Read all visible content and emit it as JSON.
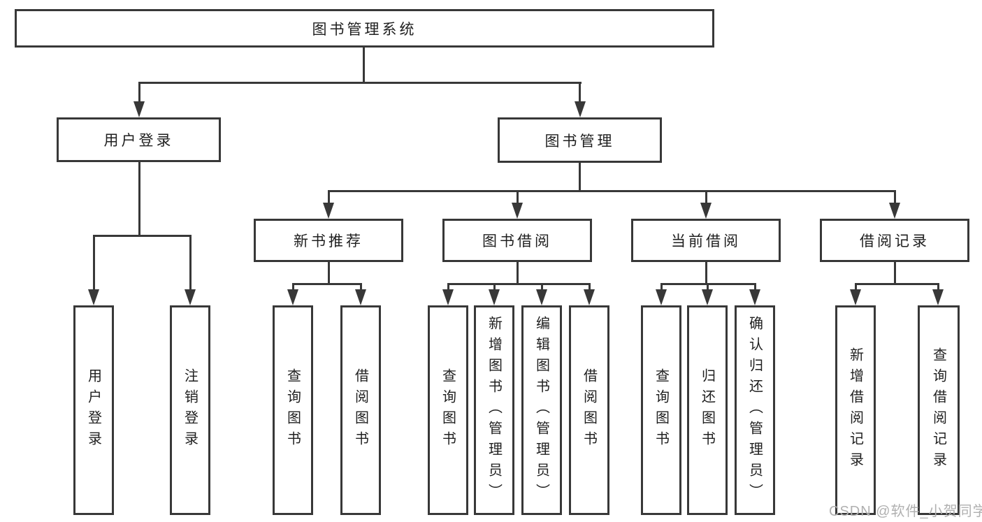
{
  "colors": {
    "line": "#383838",
    "box_border": "#383838",
    "text": "#1f1f1f",
    "watermark": "#b0b0b0",
    "background": "#ffffff"
  },
  "watermark": {
    "text": "CSDN @软件_小贺同学"
  },
  "tree": {
    "root": {
      "label": "图书管理系统"
    },
    "level2": [
      {
        "label": "用户登录"
      },
      {
        "label": "图书管理"
      }
    ],
    "level3": [
      {
        "label": "新书推荐"
      },
      {
        "label": "图书借阅"
      },
      {
        "label": "当前借阅"
      },
      {
        "label": "借阅记录"
      }
    ],
    "leaves": {
      "user_login": [
        {
          "label": "用户登录"
        },
        {
          "label": "注销登录"
        }
      ],
      "new_book": [
        {
          "label": "查询图书"
        },
        {
          "label": "借阅图书"
        }
      ],
      "book_borrow": [
        {
          "label": "查询图书"
        },
        {
          "label": "新增图书（管理员）"
        },
        {
          "label": "编辑图书（管理员）"
        },
        {
          "label": "借阅图书"
        }
      ],
      "current_borrow": [
        {
          "label": "查询图书"
        },
        {
          "label": "归还图书"
        },
        {
          "label": "确认归还（管理员）"
        }
      ],
      "borrow_record": [
        {
          "label": "新增借阅记录"
        },
        {
          "label": "查询借阅记录"
        }
      ]
    }
  }
}
